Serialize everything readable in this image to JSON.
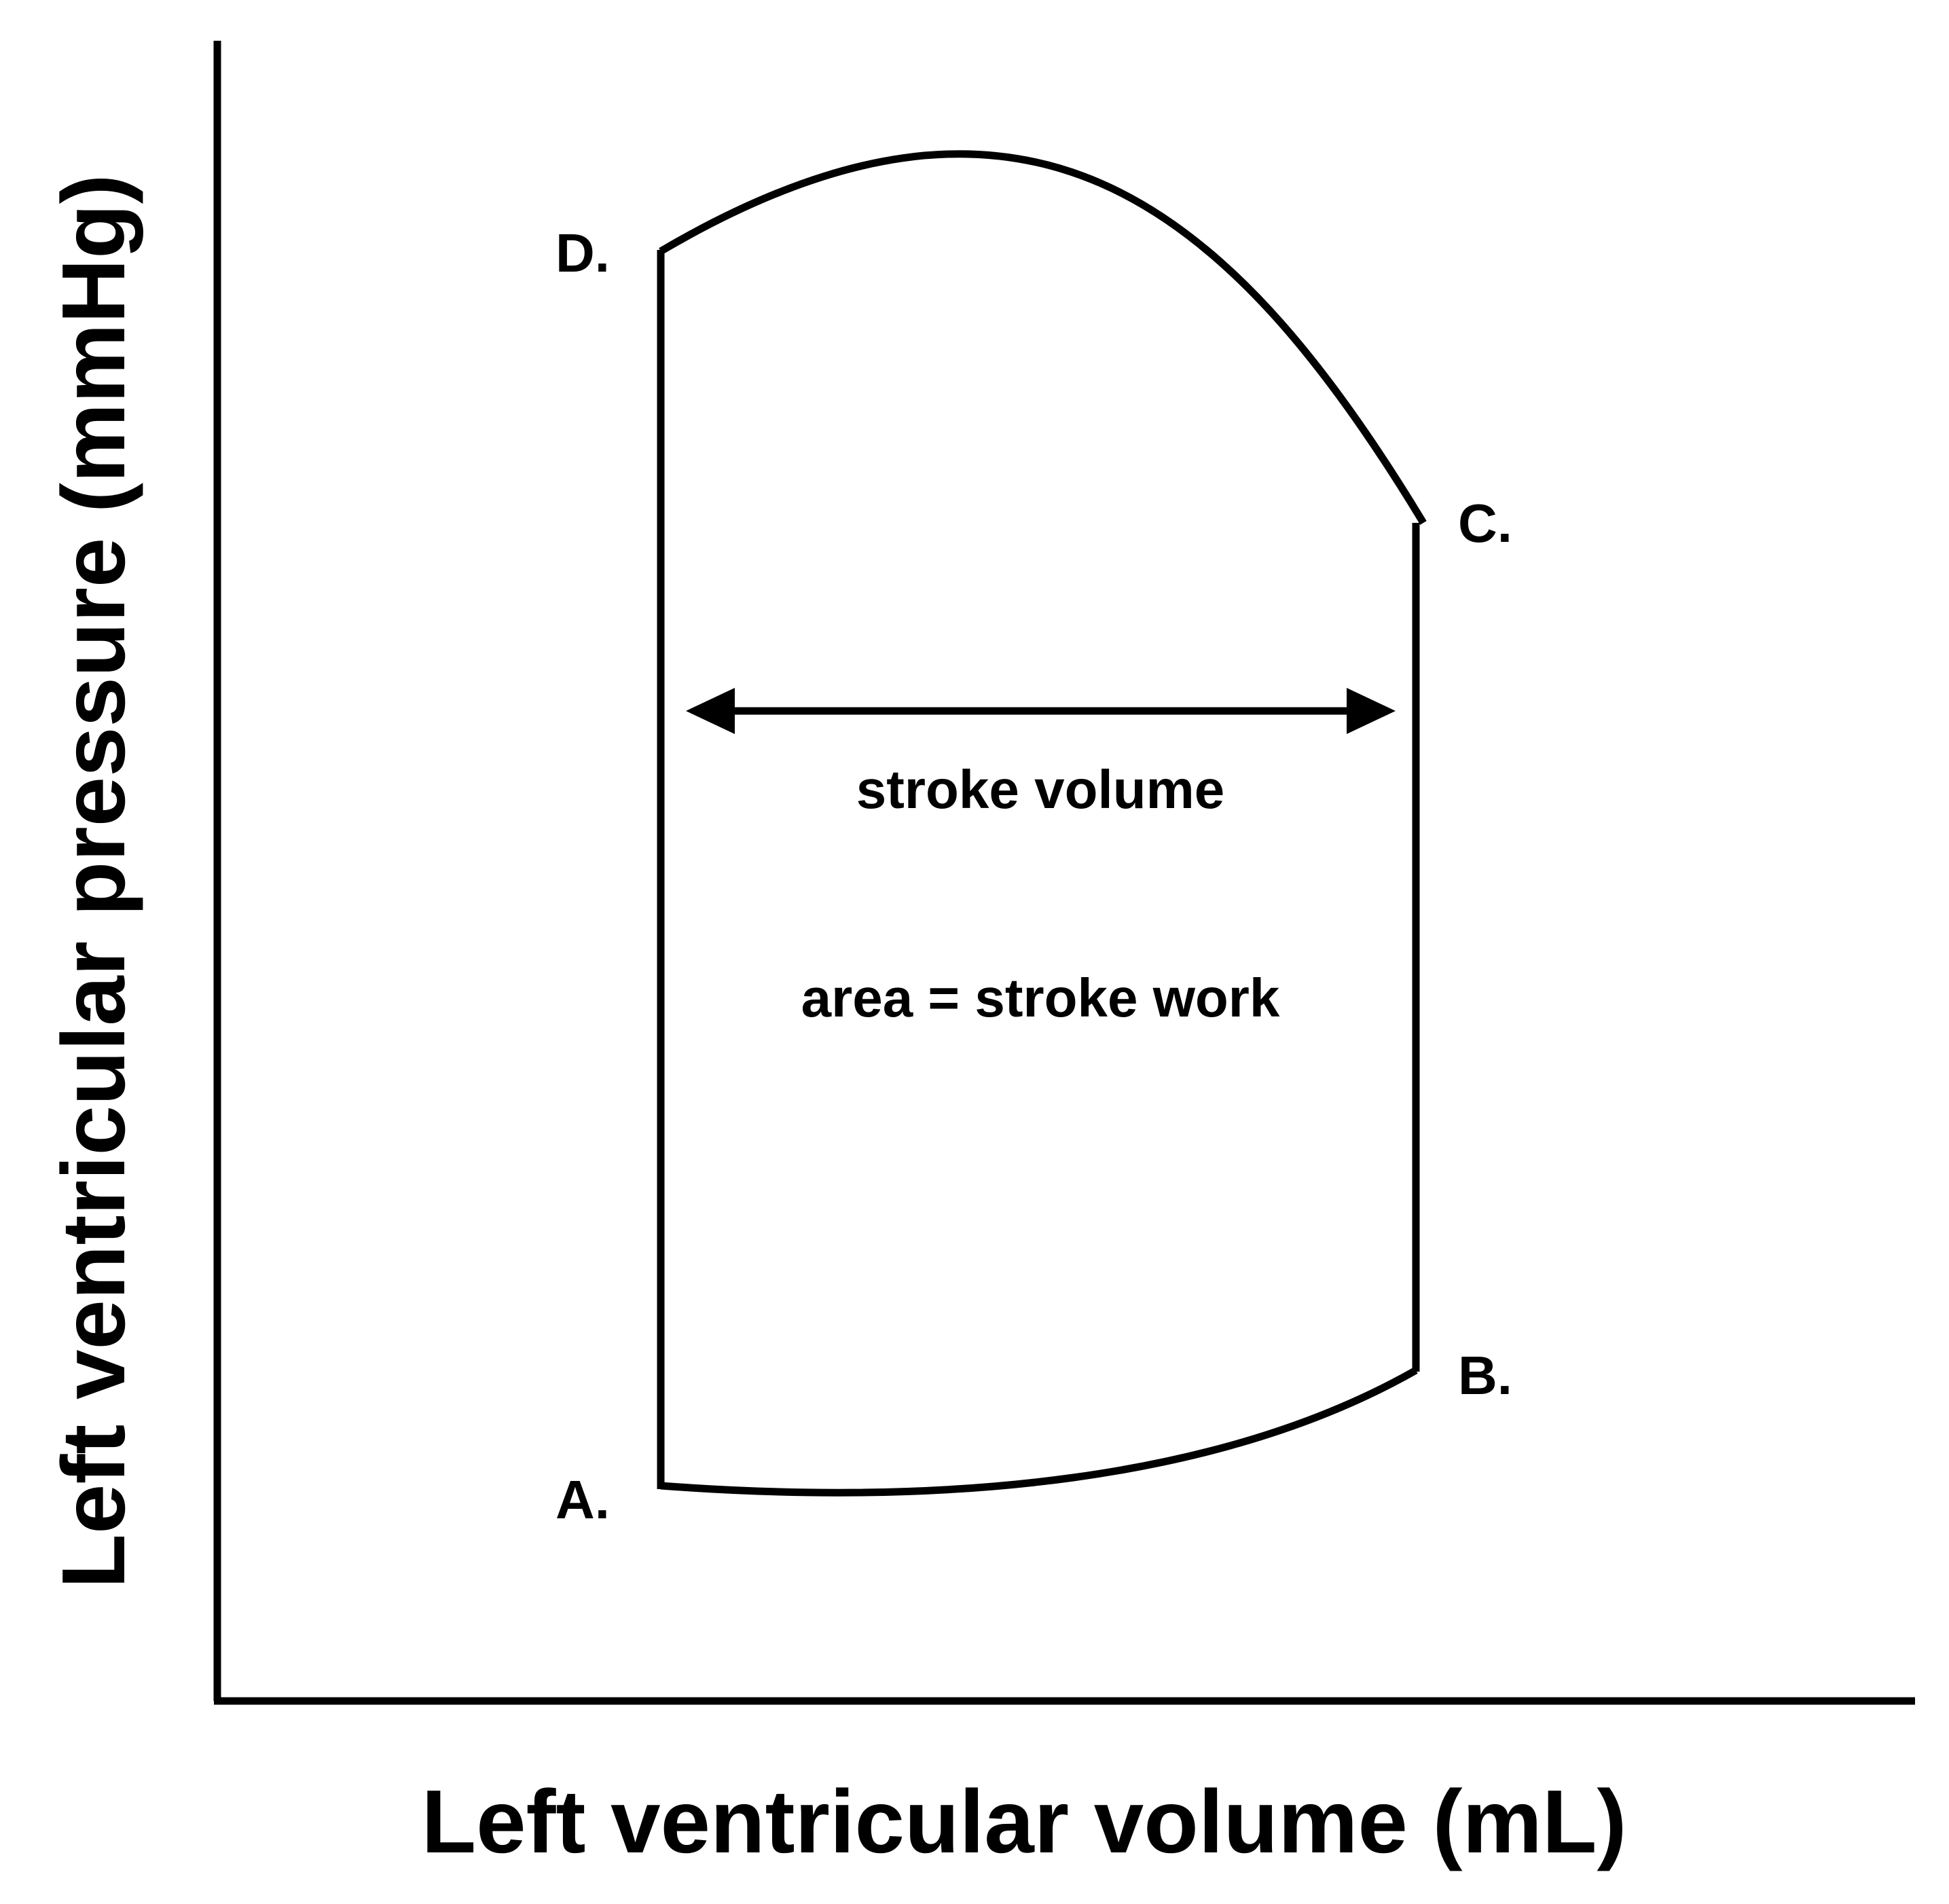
{
  "diagram": {
    "x_axis_label": "Left ventricular volume (mL)",
    "y_axis_label": "Left ventricular pressure (mmHg)",
    "points": {
      "a": "A.",
      "b": "B.",
      "c": "C.",
      "d": "D."
    },
    "stroke_volume_label": "stroke volume",
    "area_label": "area = stroke work"
  }
}
